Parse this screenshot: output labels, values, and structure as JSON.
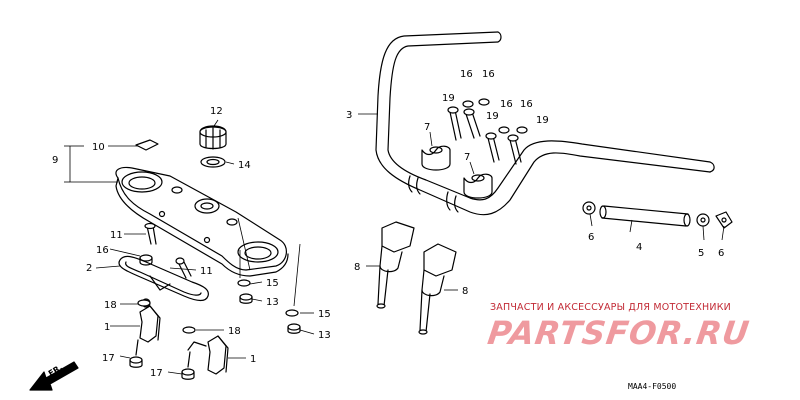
{
  "callouts": [
    {
      "id": "c1a",
      "text": "1"
    },
    {
      "id": "c1b",
      "text": "1"
    },
    {
      "id": "c2",
      "text": "2"
    },
    {
      "id": "c3",
      "text": "3"
    },
    {
      "id": "c4",
      "text": "4"
    },
    {
      "id": "c5",
      "text": "5"
    },
    {
      "id": "c6a",
      "text": "6"
    },
    {
      "id": "c6b",
      "text": "6"
    },
    {
      "id": "c7a",
      "text": "7"
    },
    {
      "id": "c7b",
      "text": "7"
    },
    {
      "id": "c8a",
      "text": "8"
    },
    {
      "id": "c8b",
      "text": "8"
    },
    {
      "id": "c9",
      "text": "9"
    },
    {
      "id": "c10",
      "text": "10"
    },
    {
      "id": "c11a",
      "text": "11"
    },
    {
      "id": "c11b",
      "text": "11"
    },
    {
      "id": "c12",
      "text": "12"
    },
    {
      "id": "c13a",
      "text": "13"
    },
    {
      "id": "c13b",
      "text": "13"
    },
    {
      "id": "c14",
      "text": "14"
    },
    {
      "id": "c15a",
      "text": "15"
    },
    {
      "id": "c15b",
      "text": "15"
    },
    {
      "id": "c16a",
      "text": "16"
    },
    {
      "id": "c16b",
      "text": "16"
    },
    {
      "id": "c16c",
      "text": "16"
    },
    {
      "id": "c16d",
      "text": "16"
    },
    {
      "id": "c16e",
      "text": "16"
    },
    {
      "id": "c17a",
      "text": "17"
    },
    {
      "id": "c17b",
      "text": "17"
    },
    {
      "id": "c18a",
      "text": "18"
    },
    {
      "id": "c18b",
      "text": "18"
    },
    {
      "id": "c19a",
      "text": "19"
    },
    {
      "id": "c19b",
      "text": "19"
    },
    {
      "id": "c19c",
      "text": "19"
    }
  ],
  "front_arrow": "FR.",
  "diagram_code": "MAA4-F0500",
  "watermark": {
    "subtitle": "ЗАПЧАСТИ И АКСЕССУАРЫ ДЛЯ МОТОТЕХНИКИ",
    "logo": "PARTSFOR.RU"
  },
  "colors": {
    "line": "#000000",
    "watermark_text": "#c22a35",
    "watermark_logo": "#ef9a9f"
  }
}
